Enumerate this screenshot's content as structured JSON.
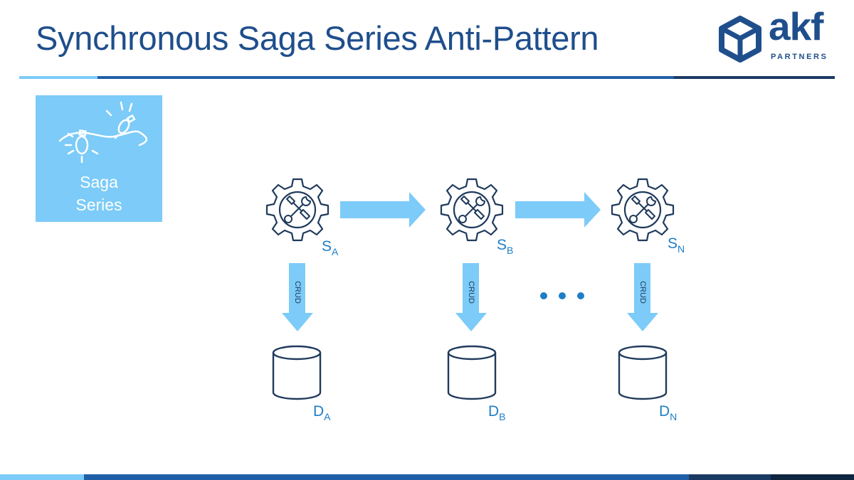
{
  "slide": {
    "title": "Synchronous Saga Series Anti-Pattern"
  },
  "logo": {
    "word": "akf",
    "sub": "PARTNERS"
  },
  "card": {
    "line1": "Saga",
    "line2": "Series"
  },
  "services": [
    {
      "label": "S",
      "sub": "A"
    },
    {
      "label": "S",
      "sub": "B"
    },
    {
      "label": "S",
      "sub": "N"
    }
  ],
  "databases": [
    {
      "label": "D",
      "sub": "A"
    },
    {
      "label": "D",
      "sub": "B"
    },
    {
      "label": "D",
      "sub": "N"
    }
  ],
  "crud_label": "CRUD",
  "colors": {
    "title": "#1f4e8c",
    "accent_light": "#7ccbf8",
    "label": "#1f7ec6",
    "icon_stroke": "#1f3a5c"
  }
}
